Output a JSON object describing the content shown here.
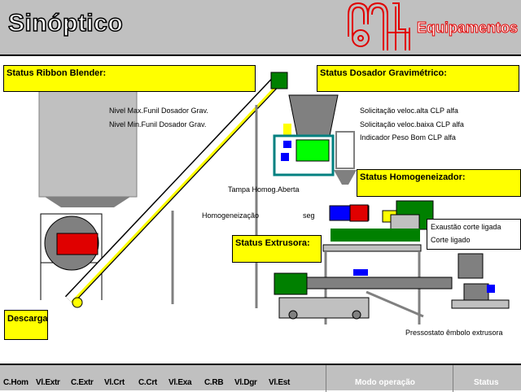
{
  "header": {
    "title": "Sinóptico",
    "brand": "Equipamentos",
    "logo_letters": "MH",
    "logo_color": "#e00000"
  },
  "status_boxes": {
    "ribbon": "Status Ribbon Blender:",
    "dosador": "Status Dosador Gravimétrico:",
    "homog": "Status Homogeneizador:",
    "extrusora": "Status Extrusora:",
    "descarga": "Descarga"
  },
  "labels": {
    "nivel_max": "Nivel Max.Funil Dosador Grav.",
    "nivel_min": "Nivel Min.Funil Dosador Grav.",
    "sol_alta": "Solicitação veloc.alta CLP alfa",
    "sol_baixa": "Solicitação veloc.baixa CLP alfa",
    "peso_bom": "Indicador Peso Bom CLP alfa",
    "tampa": "Tampa Homog.Aberta",
    "homogeneizacao": "Homogeneização",
    "seg": "seg",
    "exaustao": "Exaustão corte ligada",
    "corte": "Corte ligado",
    "pressostato": "Pressostato êmbolo extrusora"
  },
  "bottom": {
    "buttons": [
      "C.Hom",
      "Vl.Extr",
      "C.Extr",
      "Vl.Crt",
      "C.Crt",
      "Vl.Exa",
      "C.RB",
      "Vl.Dgr",
      "Vl.Est"
    ],
    "modo": "Modo operação",
    "status": "Status"
  },
  "colors": {
    "status_box": "#ffff00",
    "motor_green": "#008000",
    "hopper_gray": "#808080",
    "teal": "#008080"
  }
}
